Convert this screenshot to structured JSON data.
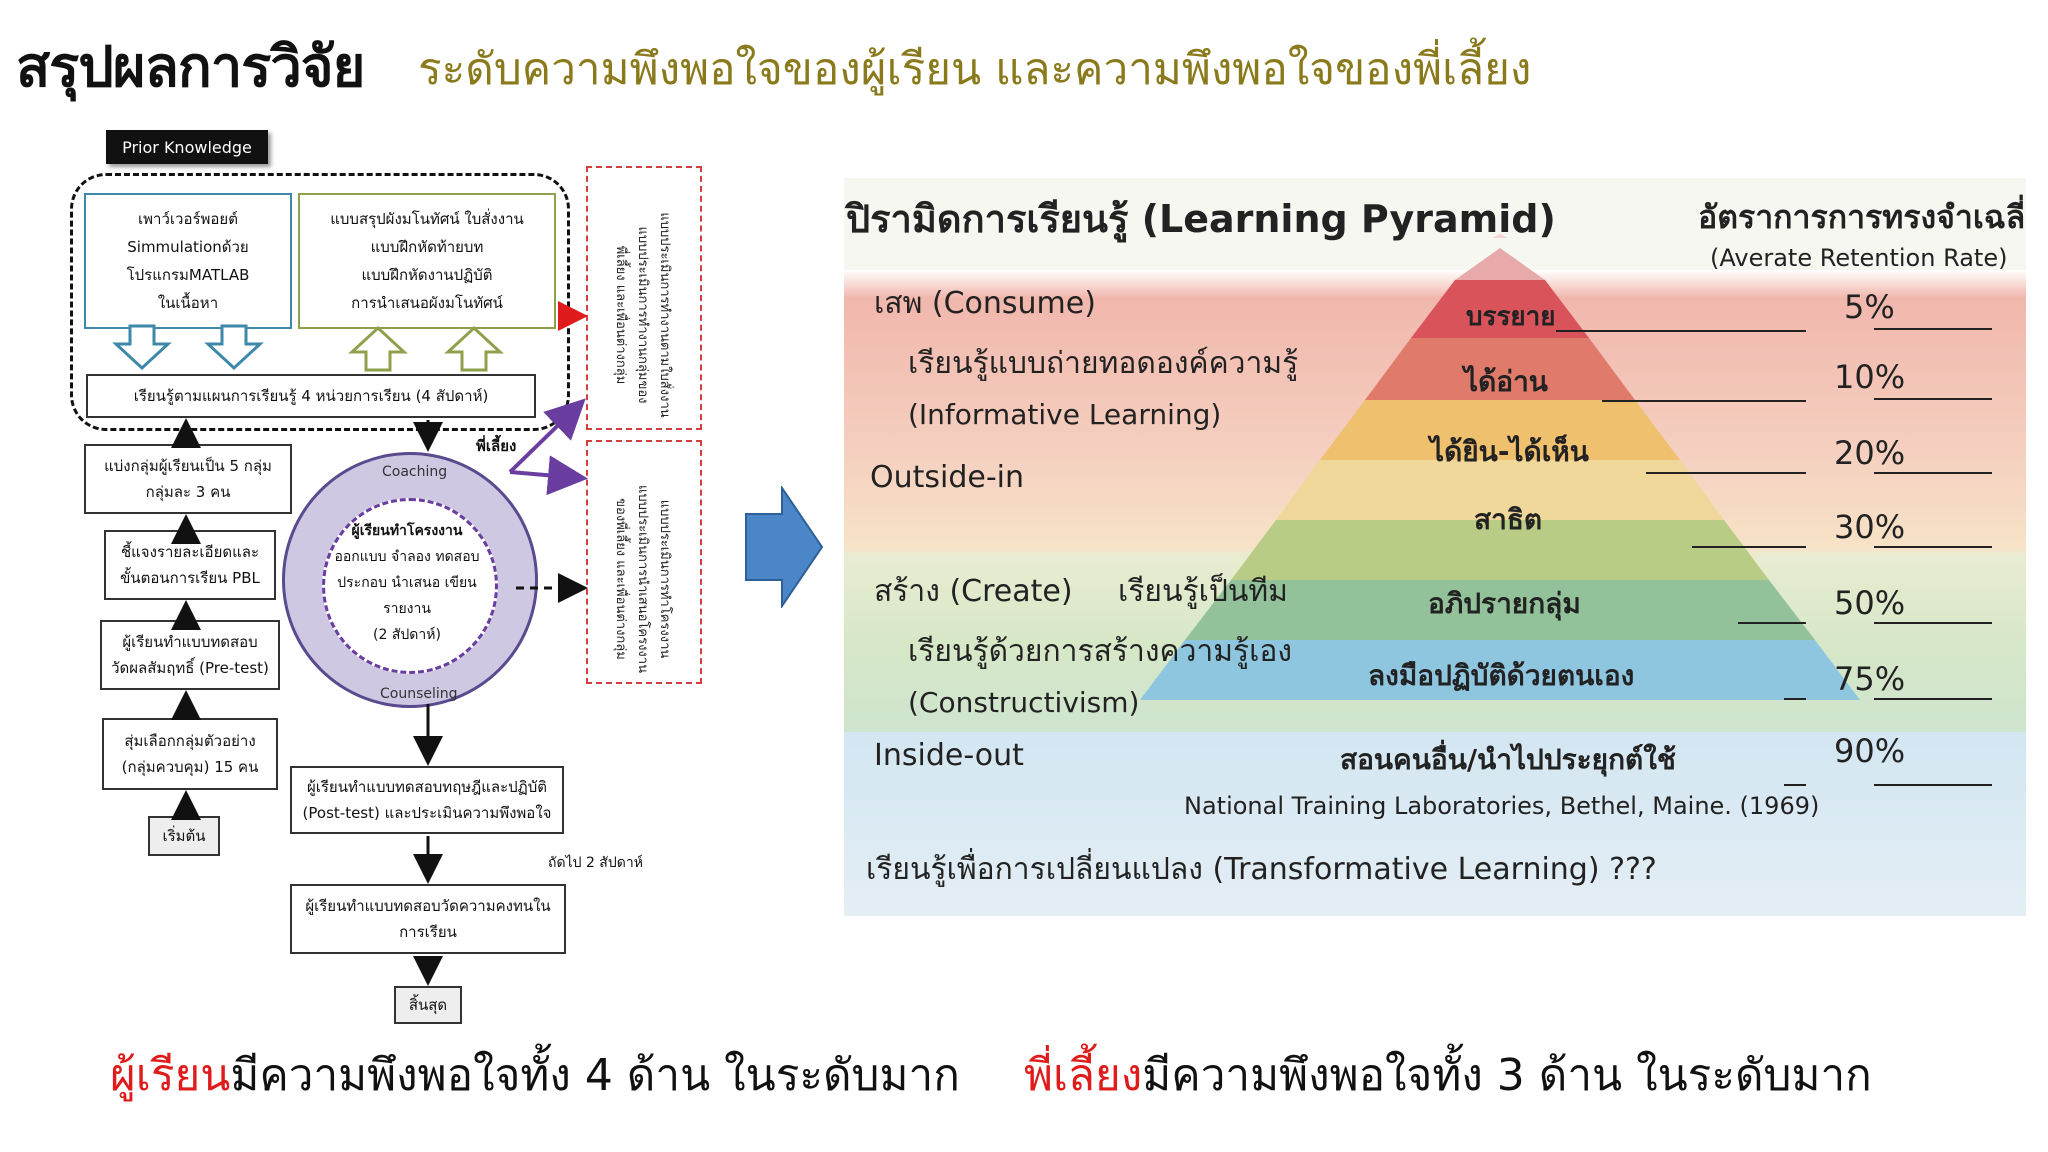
{
  "header": {
    "title": "สรุปผลการวิจัย",
    "subtitle": "ระดับความพึงพอใจของผู้เรียน และความพึงพอใจของพี่เลี้ยง"
  },
  "flowchart": {
    "prior_label": "Prior Knowledge",
    "blue_box": [
      "เพาว์เวอร์พอยต์",
      "Simmulationด้วย",
      "โปรแกรมMATLAB",
      "ในเนื้อหา"
    ],
    "green_box": [
      "แบบสรุปผังมโนทัศน์ ใบสั่งงาน",
      "แบบฝึกหัดท้ายบท",
      "แบบฝึกหัดงานปฏิบัติ",
      "การนำเสนอผังมโนทัศน์"
    ],
    "plan_box": "เรียนรู้ตามแผนการเรียนรู้ 4 หน่วยการเรียน (4 สัปดาห์)",
    "step_group": [
      "แบ่งกลุ่มผู้เรียนเป็น 5 กลุ่ม",
      "กลุ่มละ 3 คน"
    ],
    "step_explain": [
      "ชี้แจงรายละเอียดและ",
      "ขั้นตอนการเรียน PBL"
    ],
    "step_pretest": [
      "ผู้เรียนทำแบบทดสอบ",
      "วัดผลสัมฤทธิ์ (Pre-test)"
    ],
    "step_sample": [
      "สุ่มเลือกกลุ่มตัวอย่าง",
      "(กลุ่มควบคุม) 15 คน"
    ],
    "start": "เริ่มต้น",
    "mentor_label": "พี่เลี้ยง",
    "coaching": "Coaching",
    "counseling": "Counseling",
    "project": [
      "ผู้เรียนทำโครงงาน",
      "ออกแบบ จำลอง ทดสอบ",
      "ประกอบ นำเสนอ เขียน",
      "รายงาน",
      "(2 สัปดาห์)"
    ],
    "posttest": [
      "ผู้เรียนทำแบบทดสอบทฤษฎีและปฏิบัติ",
      "(Post-test) และประเมินความพึงพอใจ"
    ],
    "next_weeks": "ถัดไป 2 สัปดาห์",
    "retention": [
      "ผู้เรียนทำแบบทดสอบวัดความคงทนใน",
      "การเรียน"
    ],
    "end": "สิ้นสุด",
    "eval_top": [
      "แบบประเมินการทำงานตามใบสั่งงาน",
      "แบบประเมินการทำงานกลุ่มของ",
      "พี่เลี้ยง และเพื่อนต่างกลุ่ม"
    ],
    "eval_bottom": [
      "แบบประเมินการทำโครงงาน",
      "แบบประเมินการนำเสนอโครงงาน",
      "ของพี่เลี้ยง และเพื่อนต่างกลุ่ม"
    ]
  },
  "pyramid": {
    "title": "ปิรามิดการเรียนรู้ (Learning Pyramid)",
    "rate_title": "อัตราการการทรงจำเฉลี่ย",
    "rate_subtitle": "(Averate Retention Rate)",
    "consume": "เสพ (Consume)",
    "consume_desc": "เรียนรู้แบบถ่ายทอดองค์ความรู้",
    "consume_desc2": "(Informative Learning)",
    "outside_in": "Outside-in",
    "create": "สร้าง (Create)",
    "team": "เรียนรู้เป็นทีม",
    "create_desc": "เรียนรู้ด้วยการสร้างความรู้เอง",
    "create_desc2": "(Constructivism)",
    "inside_out": "Inside-out",
    "levels": [
      {
        "label": "บรรยาย",
        "pct": "5%",
        "color": "#d9535a"
      },
      {
        "label": "ได้อ่าน",
        "pct": "10%",
        "color": "#e07a6a"
      },
      {
        "label": "ได้ยิน-ได้เห็น",
        "pct": "20%",
        "color": "#efc06e"
      },
      {
        "label": "สาธิต",
        "pct": "30%",
        "color": "#f0d79a"
      },
      {
        "label": "อภิปรายกลุ่ม",
        "pct": "50%",
        "color": "#b9cc86"
      },
      {
        "label": "ลงมือปฏิบัติด้วยตนเอง",
        "pct": "75%",
        "color": "#93c29a"
      },
      {
        "label": "สอนคนอื่น/นำไปประยุกต์ใช้",
        "pct": "90%",
        "color": "#8ec6e0"
      }
    ],
    "source": "National Training Laboratories, Bethel, Maine. (1969)",
    "transform": "เรียนรู้เพื่อการเปลี่ยนแปลง (Transformative Learning) ???"
  },
  "bottom": {
    "left_red": "ผู้เรียน",
    "left_rest": "มีความพึงพอใจทั้ง 4 ด้าน ในระดับมาก",
    "right_red": "พี่เลี้ยง",
    "right_rest": "มีความพึงพอใจทั้ง 3 ด้าน ในระดับมาก"
  },
  "colors": {
    "subtitle": "#8a7a1c",
    "accent_red": "#e01b1b",
    "arrow_blue": "#4a86c8",
    "purple": "#6a3ea0"
  }
}
